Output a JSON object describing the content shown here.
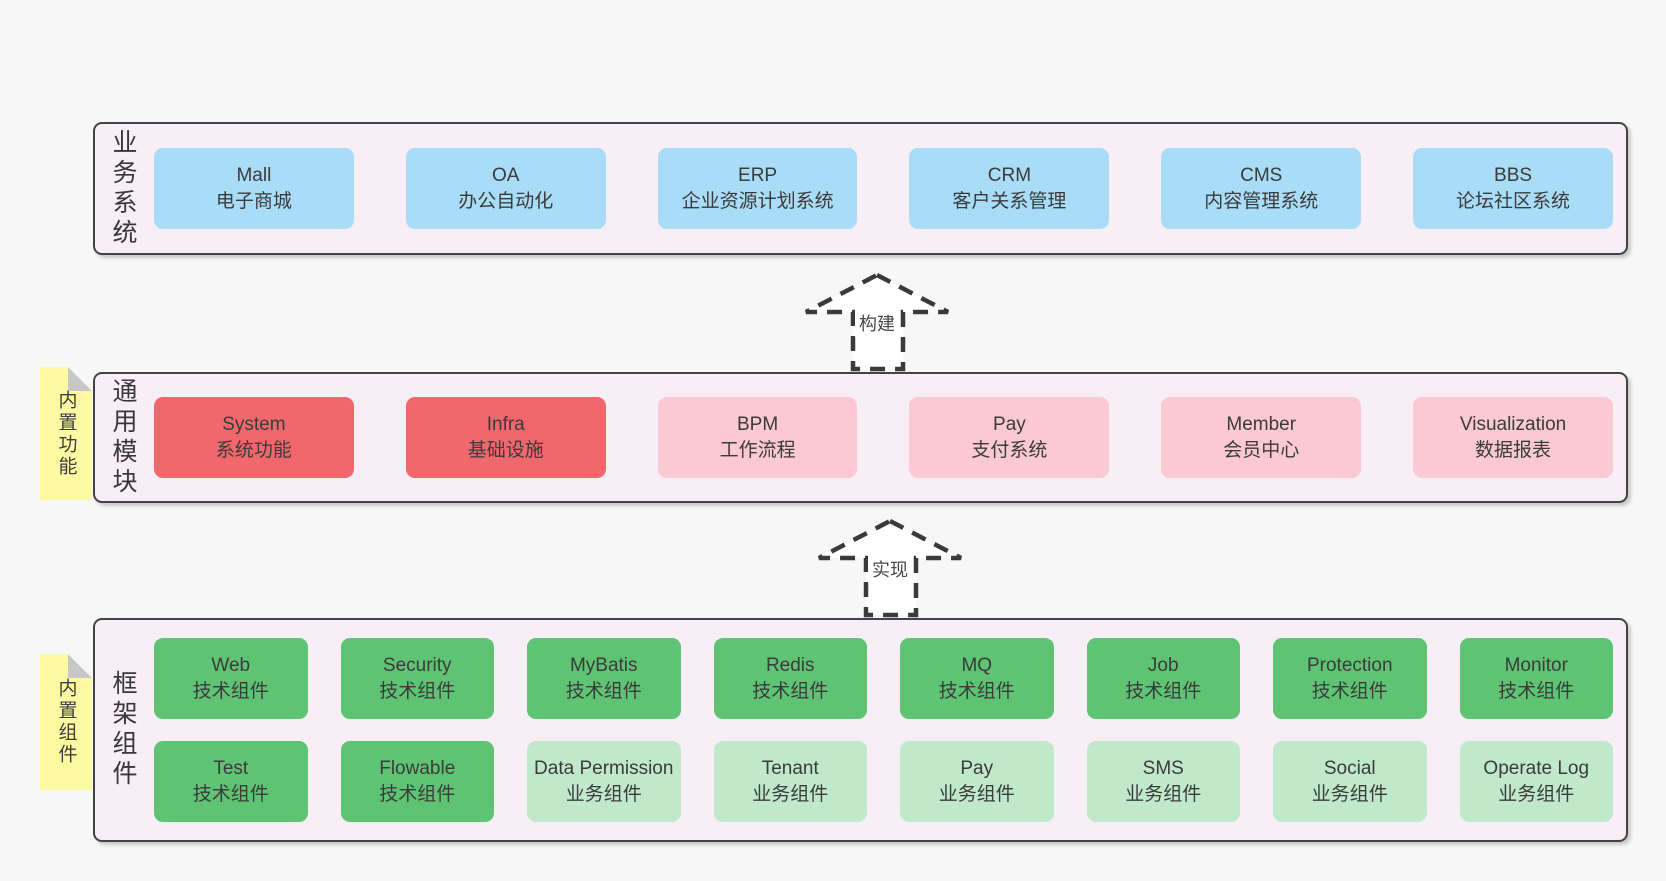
{
  "colors": {
    "page_bg": "#f7f7f7",
    "band_bg": "#f8eef6",
    "band_border": "#434343",
    "sticky_bg": "#fbf9a2",
    "blue": "#a9dcf7",
    "red": "#f1686c",
    "pink": "#fbc9d2",
    "green": "#5fc374",
    "lightgreen": "#c0e9cc",
    "text": "#3b3b3b"
  },
  "bands": [
    {
      "label": "业务系统",
      "sticky": null,
      "rows": [
        [
          {
            "title": "Mall",
            "subtitle": "电子商城",
            "variant": "blue"
          },
          {
            "title": "OA",
            "subtitle": "办公自动化",
            "variant": "blue"
          },
          {
            "title": "ERP",
            "subtitle": "企业资源计划系统",
            "variant": "blue"
          },
          {
            "title": "CRM",
            "subtitle": "客户关系管理",
            "variant": "blue"
          },
          {
            "title": "CMS",
            "subtitle": "内容管理系统",
            "variant": "blue"
          },
          {
            "title": "BBS",
            "subtitle": "论坛社区系统",
            "variant": "blue"
          }
        ]
      ]
    },
    {
      "label": "通用模块",
      "sticky": "内置功能",
      "rows": [
        [
          {
            "title": "System",
            "subtitle": "系统功能",
            "variant": "red"
          },
          {
            "title": "Infra",
            "subtitle": "基础设施",
            "variant": "red"
          },
          {
            "title": "BPM",
            "subtitle": "工作流程",
            "variant": "pink"
          },
          {
            "title": "Pay",
            "subtitle": "支付系统",
            "variant": "pink"
          },
          {
            "title": "Member",
            "subtitle": "会员中心",
            "variant": "pink"
          },
          {
            "title": "Visualization",
            "subtitle": "数据报表",
            "variant": "pink"
          }
        ]
      ]
    },
    {
      "label": "框架组件",
      "sticky": "内置组件",
      "rows": [
        [
          {
            "title": "Web",
            "subtitle": "技术组件",
            "variant": "green"
          },
          {
            "title": "Security",
            "subtitle": "技术组件",
            "variant": "green"
          },
          {
            "title": "MyBatis",
            "subtitle": "技术组件",
            "variant": "green"
          },
          {
            "title": "Redis",
            "subtitle": "技术组件",
            "variant": "green"
          },
          {
            "title": "MQ",
            "subtitle": "技术组件",
            "variant": "green"
          },
          {
            "title": "Job",
            "subtitle": "技术组件",
            "variant": "green"
          },
          {
            "title": "Protection",
            "subtitle": "技术组件",
            "variant": "green"
          },
          {
            "title": "Monitor",
            "subtitle": "技术组件",
            "variant": "green"
          }
        ],
        [
          {
            "title": "Test",
            "subtitle": "技术组件",
            "variant": "green"
          },
          {
            "title": "Flowable",
            "subtitle": "技术组件",
            "variant": "green"
          },
          {
            "title": "Data Permission",
            "subtitle": "业务组件",
            "variant": "lightgreen"
          },
          {
            "title": "Tenant",
            "subtitle": "业务组件",
            "variant": "lightgreen"
          },
          {
            "title": "Pay",
            "subtitle": "业务组件",
            "variant": "lightgreen"
          },
          {
            "title": "SMS",
            "subtitle": "业务组件",
            "variant": "lightgreen"
          },
          {
            "title": "Social",
            "subtitle": "业务组件",
            "variant": "lightgreen"
          },
          {
            "title": "Operate Log",
            "subtitle": "业务组件",
            "variant": "lightgreen"
          }
        ]
      ]
    }
  ],
  "arrows": [
    {
      "label": "构建"
    },
    {
      "label": "实现"
    }
  ]
}
